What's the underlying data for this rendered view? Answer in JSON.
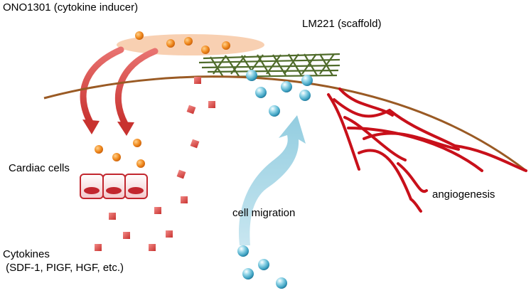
{
  "labels": {
    "ono": "ONO1301 (cytokine inducer)",
    "lm221": "LM221 (scaffold)",
    "cardiac": "Cardiac cells",
    "migration": "cell migration",
    "angiogenesis": "angiogenesis",
    "cytokines_line1": "Cytokines",
    "cytokines_line2": " (SDF-1, PIGF, HGF, etc.)"
  },
  "colors": {
    "membrane": "#9a5a24",
    "cytokine": "#e0504e",
    "ono_drop": "#f08a1f",
    "ono_cloud": "#f7c8a4",
    "scaffold": "#4f6b2a",
    "vessel": "#c8101a",
    "migration_arrow": "#a9d6e6",
    "stem_cell": "#4fb3d0",
    "induce_arrow": "#d9514f",
    "cardiac_cell": "#c2262e"
  },
  "icons": {
    "ono_particle": "orange-sphere",
    "cytokine": "red-square",
    "stem_cell": "blue-sphere",
    "vessel": "branching-red-vessel",
    "scaffold": "green-mesh"
  }
}
